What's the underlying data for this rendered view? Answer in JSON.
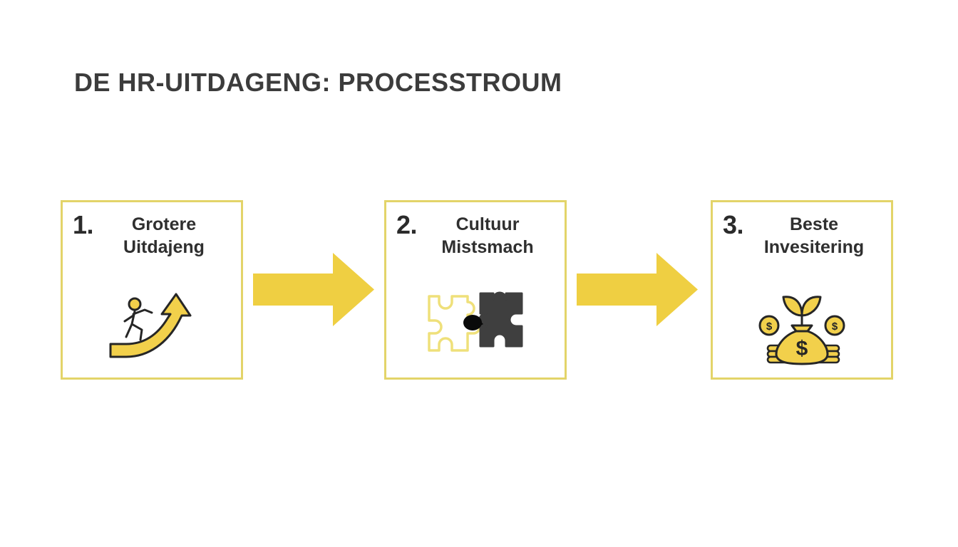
{
  "slide": {
    "background_color": "#ffffff",
    "title": "DE HR-UITDAGENG: PROCESSTROUM",
    "title_color": "#3c3c3c"
  },
  "theme": {
    "accent_yellow": "#efcf42",
    "border_yellow": "#e3d469",
    "icon_yellow": "#f2d04b",
    "dark": "#2f2f2f",
    "outline_dark": "#262626"
  },
  "flow": {
    "steps": [
      {
        "number": "1.",
        "label": "Grotere Uitdajeng",
        "icon_name": "person-running-up-arrow-icon"
      },
      {
        "number": "2.",
        "label": "Cultuur Mistsmach",
        "icon_name": "puzzle-pieces-mismatch-icon"
      },
      {
        "number": "3.",
        "label": "Beste Invesitering",
        "icon_name": "money-bag-growth-icon"
      }
    ],
    "connectors": [
      {
        "icon_name": "arrow-right-icon",
        "color": "#efcf42"
      },
      {
        "icon_name": "arrow-right-icon",
        "color": "#efcf42"
      }
    ]
  }
}
